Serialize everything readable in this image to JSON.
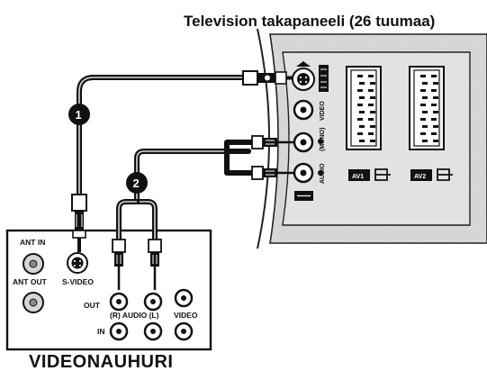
{
  "tv": {
    "title": "Television takapaneeli (26 tuumaa)",
    "labels": {
      "video": "VIDEO",
      "mono": "(MONO)",
      "audio": "AUDIO",
      "av1": "AV1",
      "av2": "AV2"
    }
  },
  "vcr": {
    "title": "VIDEONAUHURI",
    "labels": {
      "ant_in": "ANT IN",
      "ant_out": "ANT OUT",
      "s_video": "S-VIDEO",
      "out": "OUT",
      "in": "IN",
      "audio_rl": "(R) AUDIO (L)",
      "video": "VIDEO"
    }
  },
  "steps": [
    "1",
    "2"
  ],
  "colors": {
    "panel_fill": "#dcdcdc",
    "ink": "#111111"
  }
}
